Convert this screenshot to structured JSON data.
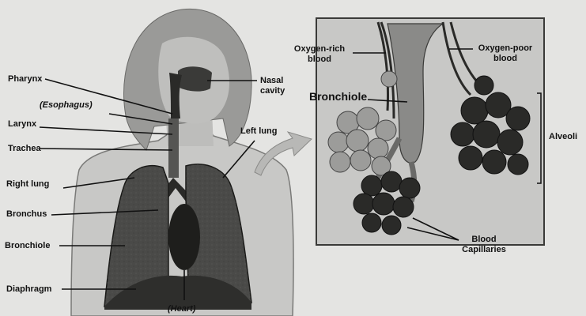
{
  "labels": {
    "pharynx": "Pharynx",
    "esophagus": "(Esophagus)",
    "larynx": "Larynx",
    "trachea": "Trachea",
    "right_lung": "Right lung",
    "bronchus": "Bronchus",
    "bronchiole_left": "Bronchiole",
    "diaphragm": "Diaphragm",
    "heart": "(Heart)",
    "nasal_cavity_1": "Nasal",
    "nasal_cavity_2": "cavity",
    "left_lung": "Left lung",
    "oxygen_rich_1": "Oxygen-rich",
    "oxygen_rich_2": "blood",
    "oxygen_poor_1": "Oxygen-poor",
    "oxygen_poor_2": "blood",
    "bronchiole_inset": "Bronchiole",
    "alveoli": "Alveoli",
    "blood_capillaries_1": "Blood",
    "blood_capillaries_2": "Capillaries"
  },
  "colors": {
    "background": "#e4e4e2",
    "figure_fill": "#c4c4c2",
    "hair_fill": "#9a9a98",
    "lung_fill": "#4a4a48",
    "inset_fill": "#c8c8c6",
    "leader_line": "#111111"
  }
}
